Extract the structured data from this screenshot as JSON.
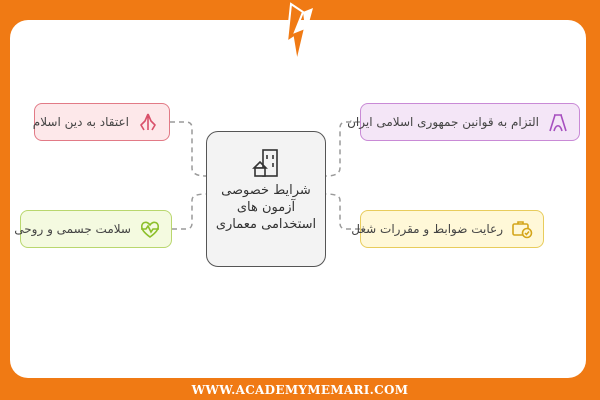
{
  "diagram": {
    "center": {
      "title": "شرایط خصوصی آزمون های استخدامی معماری",
      "icon": "buildings-icon"
    },
    "nodes": [
      {
        "id": "red",
        "label": "اعتقاد به دین اسلام",
        "icon": "praying-hands-icon",
        "color": "#e27a86"
      },
      {
        "id": "green",
        "label": "سلامت جسمی و روحی",
        "icon": "heartbeat-icon",
        "color": "#9ccc3a"
      },
      {
        "id": "purple",
        "label": "التزام به قوانین جمهوری اسلامی ایران",
        "icon": "monument-icon",
        "color": "#b05cc4"
      },
      {
        "id": "yellow",
        "label": "رعایت ضوابط و مقررات شغل",
        "icon": "briefcase-check-icon",
        "color": "#e0b722"
      }
    ]
  },
  "footer": {
    "text": "WWW.ACADEMYMEMARI.COM"
  },
  "colors": {
    "background": "#f07a14",
    "frame": "#ffffff"
  }
}
